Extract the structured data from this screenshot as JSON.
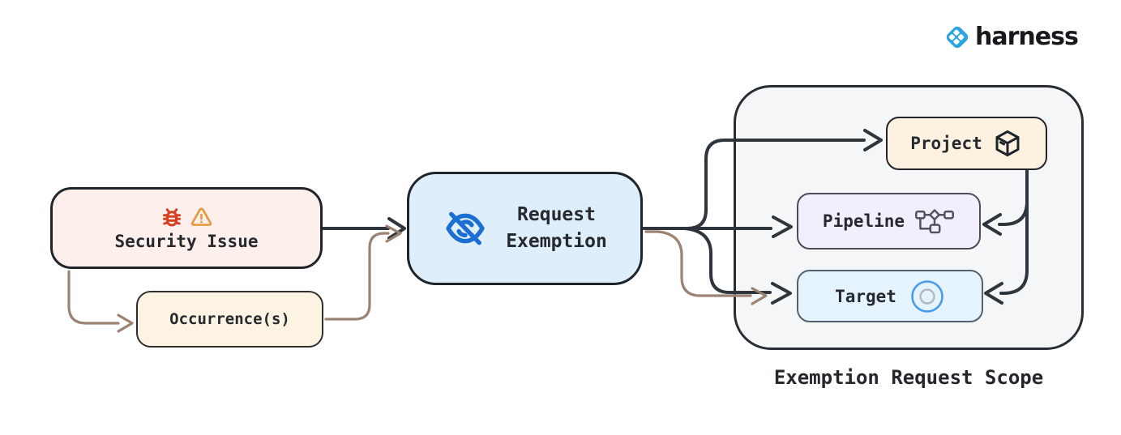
{
  "logo": {
    "brand": "harness",
    "icon": "harness-diamond-icon",
    "icon_color": "#2aa4e2",
    "text_color": "#17191c"
  },
  "diagram": {
    "nodes": {
      "security_issue": {
        "label": "Security Issue",
        "fill": "#fdefec",
        "icons": [
          "bug-icon",
          "warning-icon"
        ]
      },
      "occurrences": {
        "label": "Occurrence(s)",
        "fill": "#fdf3e2"
      },
      "request_exemption": {
        "label_line1": "Request",
        "label_line2": "Exemption",
        "fill": "#deeefb",
        "icon": "eye-off-icon"
      },
      "project": {
        "label": "Project",
        "fill": "#fdf2df",
        "icon": "package-cube-icon"
      },
      "pipeline": {
        "label": "Pipeline",
        "fill": "#f2eefb",
        "icon": "pipeline-flow-icon"
      },
      "target": {
        "label": "Target",
        "fill": "#e4f3fd",
        "icon": "target-icon"
      }
    },
    "scope": {
      "label": "Exemption Request Scope",
      "fill": "#f4f6f8"
    },
    "edges": [
      {
        "from": "security_issue",
        "to": "request_exemption",
        "color": "#2f353c"
      },
      {
        "from": "security_issue",
        "to": "occurrences",
        "color": "#9c8273"
      },
      {
        "from": "occurrences",
        "to": "request_exemption",
        "color": "#9c8273"
      },
      {
        "from": "request_exemption",
        "to": "project",
        "color": "#2f353c"
      },
      {
        "from": "request_exemption",
        "to": "pipeline",
        "color": "#2f353c"
      },
      {
        "from": "request_exemption",
        "to": "target",
        "color": "#2f353c"
      },
      {
        "from": "occurrences",
        "to": "target",
        "color": "#9c8273"
      },
      {
        "from": "project",
        "to": "pipeline",
        "color": "#2f353c"
      },
      {
        "from": "project",
        "to": "target",
        "color": "#2f353c"
      }
    ],
    "colors": {
      "edge_dark": "#2f353c",
      "edge_brown": "#9c8273",
      "node_border_dark": "#20252b",
      "bug_icon": "#d6401f",
      "warning_icon": "#e69a3e",
      "eye_off_icon": "#1c6fd2",
      "target_icon_outer": "#4a9be8",
      "target_icon_inner": "#b3b8bd",
      "pipeline_icon": "#54525e",
      "package_icon": "#1f242b"
    }
  }
}
